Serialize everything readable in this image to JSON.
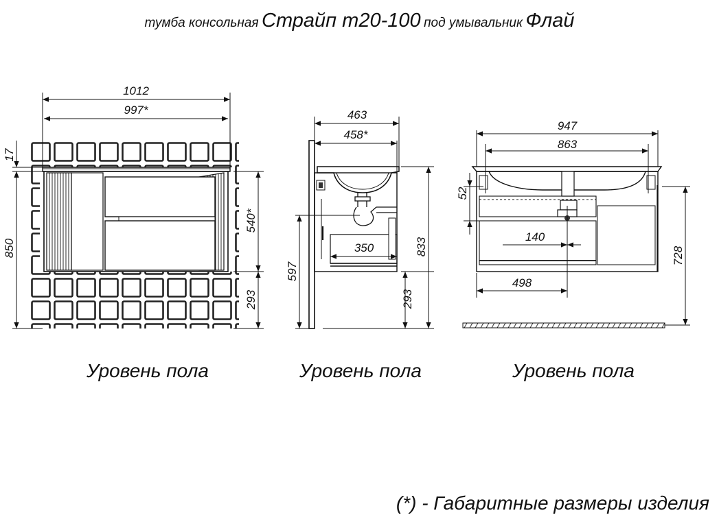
{
  "title": {
    "prefix": "тумба консольная",
    "model": "Страйп т20-100",
    "middle": "под умывальник",
    "sink": "Флай"
  },
  "front_view": {
    "dims": {
      "overall_width": "1012",
      "body_width": "997*",
      "top_thickness": "17",
      "total_height": "850",
      "body_height": "540*",
      "floor_gap": "293"
    },
    "floor_label": "Уровень пола"
  },
  "side_view": {
    "dims": {
      "depth_overall": "463",
      "depth_body": "458*",
      "height_from_floor": "833",
      "drain_height": "597",
      "floor_gap": "293",
      "drawer_depth": "350"
    },
    "floor_label": "Уровень пола"
  },
  "rear_view": {
    "dims": {
      "mount_width": "947",
      "bracket_width": "863",
      "top_offset": "52",
      "drain_offset": "140",
      "center_offset": "498",
      "mount_height": "728"
    },
    "floor_label": "Уровень пола"
  },
  "footnote": "(*) - Габаритные размеры изделия",
  "colors": {
    "line": "#111111",
    "tile": "#222222",
    "face": "#ffffff"
  }
}
